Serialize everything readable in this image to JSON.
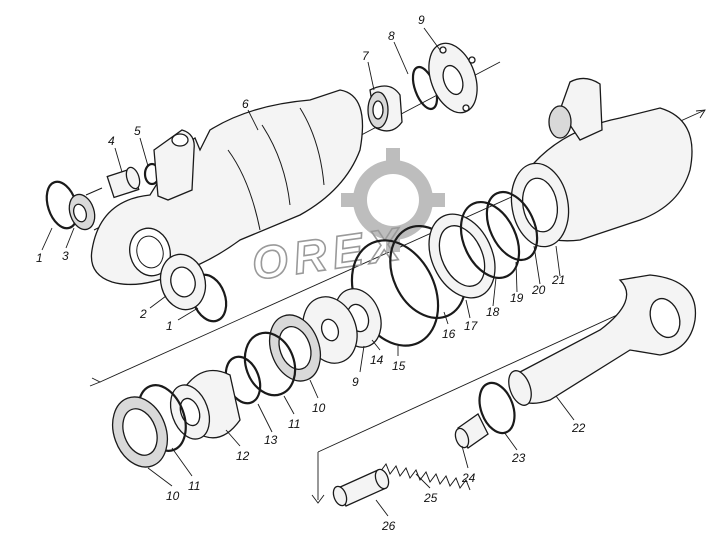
{
  "watermark": {
    "text": "OREX",
    "color": "#9a9a9a"
  },
  "labels": {
    "p1a": "1",
    "p1b": "1",
    "p2": "2",
    "p3": "3",
    "p4": "4",
    "p5": "5",
    "p6": "6",
    "p7": "7",
    "p8": "8",
    "p9a": "9",
    "p9b": "9",
    "p10a": "10",
    "p10b": "10",
    "p11a": "11",
    "p11b": "11",
    "p12": "12",
    "p13": "13",
    "p14": "14",
    "p15": "15",
    "p16": "16",
    "p17": "17",
    "p18": "18",
    "p19": "19",
    "p20": "20",
    "p21": "21",
    "p22": "22",
    "p23": "23",
    "p24": "24",
    "p25": "25",
    "p26": "26"
  }
}
